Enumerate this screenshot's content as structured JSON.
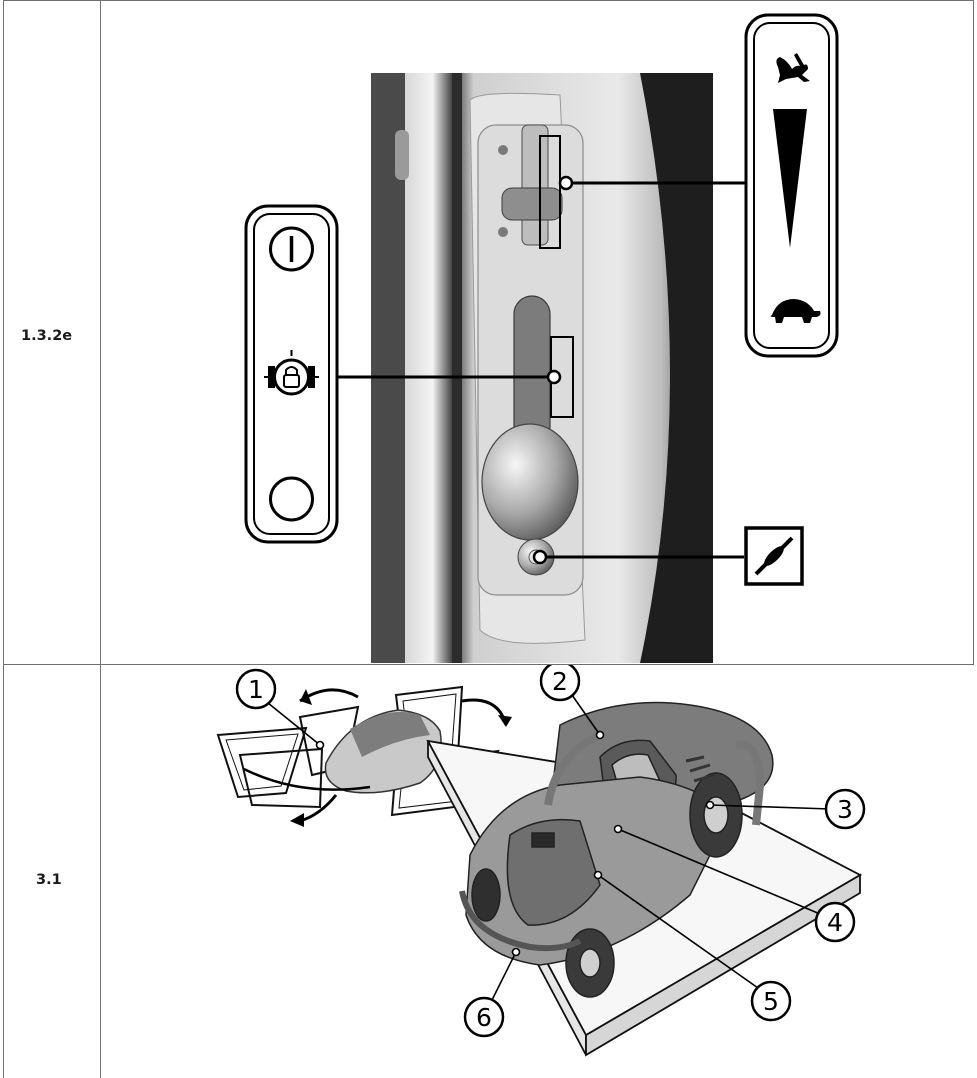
{
  "rows": [
    {
      "label": "1.3.2e"
    },
    {
      "label": "3.1"
    }
  ],
  "callouts": [
    "1",
    "2",
    "3",
    "4",
    "5",
    "6"
  ],
  "icons": {
    "speed_panel": [
      "rabbit-icon",
      "speed-wedge-icon",
      "turtle-icon"
    ],
    "brake_panel": [
      "on-icon",
      "parking-lock-icon",
      "off-icon"
    ],
    "choke_panel": [
      "choke-icon"
    ]
  }
}
